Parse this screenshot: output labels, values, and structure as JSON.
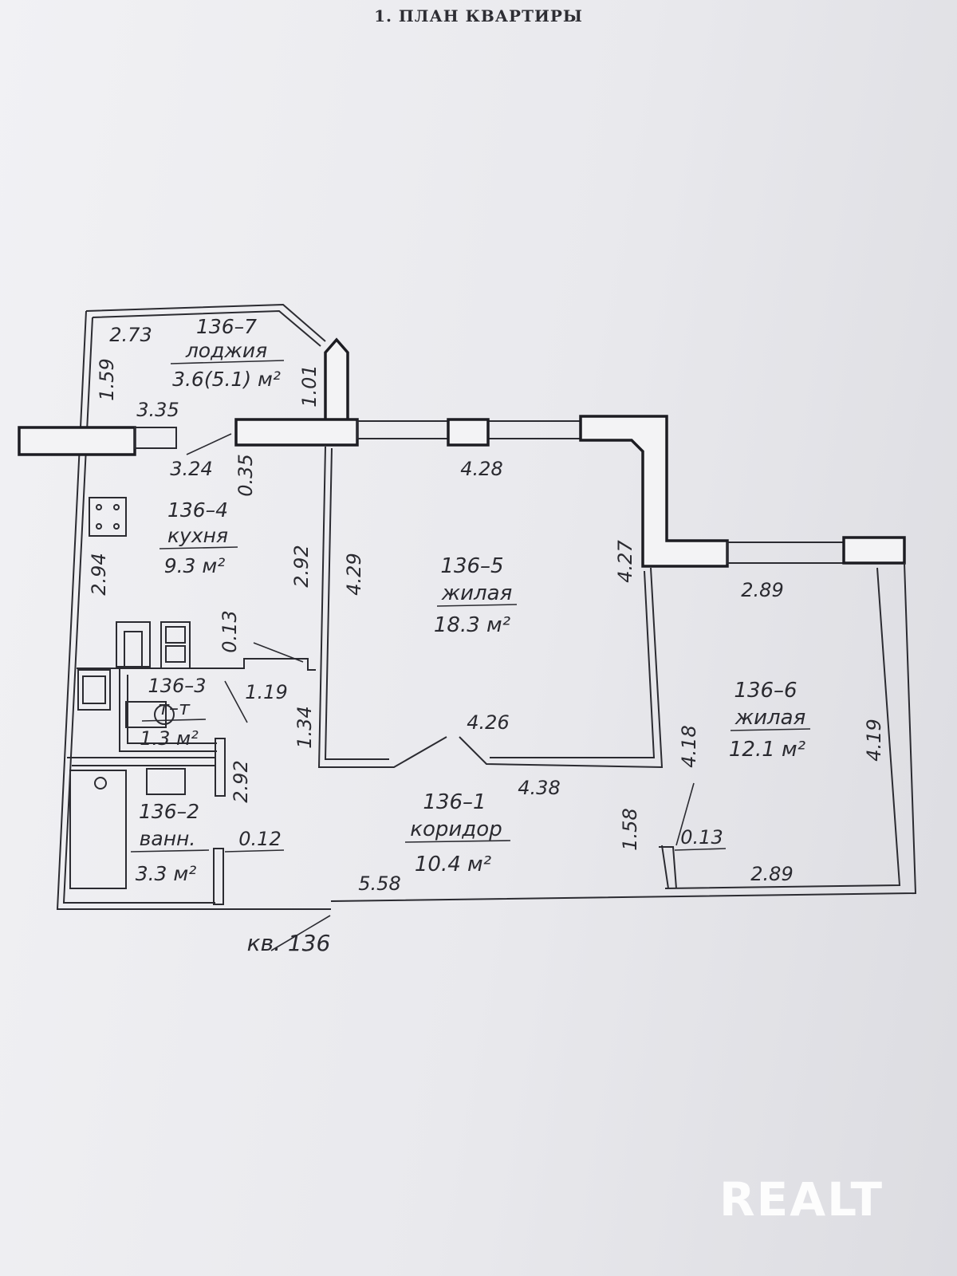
{
  "document": {
    "title": "1. ПЛАН КВАРТИРЫ"
  },
  "rooms": {
    "loggia": {
      "id": "136–7",
      "name": "лоджия",
      "area": "3.6(5.1) м²"
    },
    "kitchen": {
      "id": "136–4",
      "name": "кухня",
      "area": "9.3 м²"
    },
    "living_large": {
      "id": "136–5",
      "name": "жилая",
      "area": "18.3 м²"
    },
    "living_small": {
      "id": "136–6",
      "name": "жилая",
      "area": "12.1 м²"
    },
    "toilet": {
      "id": "136–3",
      "name": "т–т",
      "area": "1.3 м²"
    },
    "bathroom": {
      "id": "136–2",
      "name": "ванн.",
      "area": "3.3 м²"
    },
    "corridor": {
      "id": "136–1",
      "name": "коридор",
      "area": "10.4 м²"
    }
  },
  "dimensions": {
    "loggia_width": "2.73",
    "loggia_depth": "1.59",
    "loggia_bottom": "3.35",
    "loggia_side": "1.01",
    "kitchen_top": "3.24",
    "kitchen_wall": "0.35",
    "kitchen_left": "2.94",
    "kitchen_right": "2.92",
    "toilet_wall": "0.13",
    "toilet_width": "1.19",
    "toilet_height": "1.34",
    "bath_height": "2.92",
    "bath_wall": "0.12",
    "corridor_length": "5.58",
    "corridor_width": "4.38",
    "corridor_depth": "1.58",
    "corridor_wall": "0.13",
    "living_large_top": "4.28",
    "living_large_left": "4.29",
    "living_large_right": "4.27",
    "living_large_bottom": "4.26",
    "living_small_top": "2.89",
    "living_small_bottom": "2.89",
    "living_small_left": "4.18",
    "living_small_right": "4.19"
  },
  "apartment_label": "кв. 136",
  "watermark": "REALT"
}
